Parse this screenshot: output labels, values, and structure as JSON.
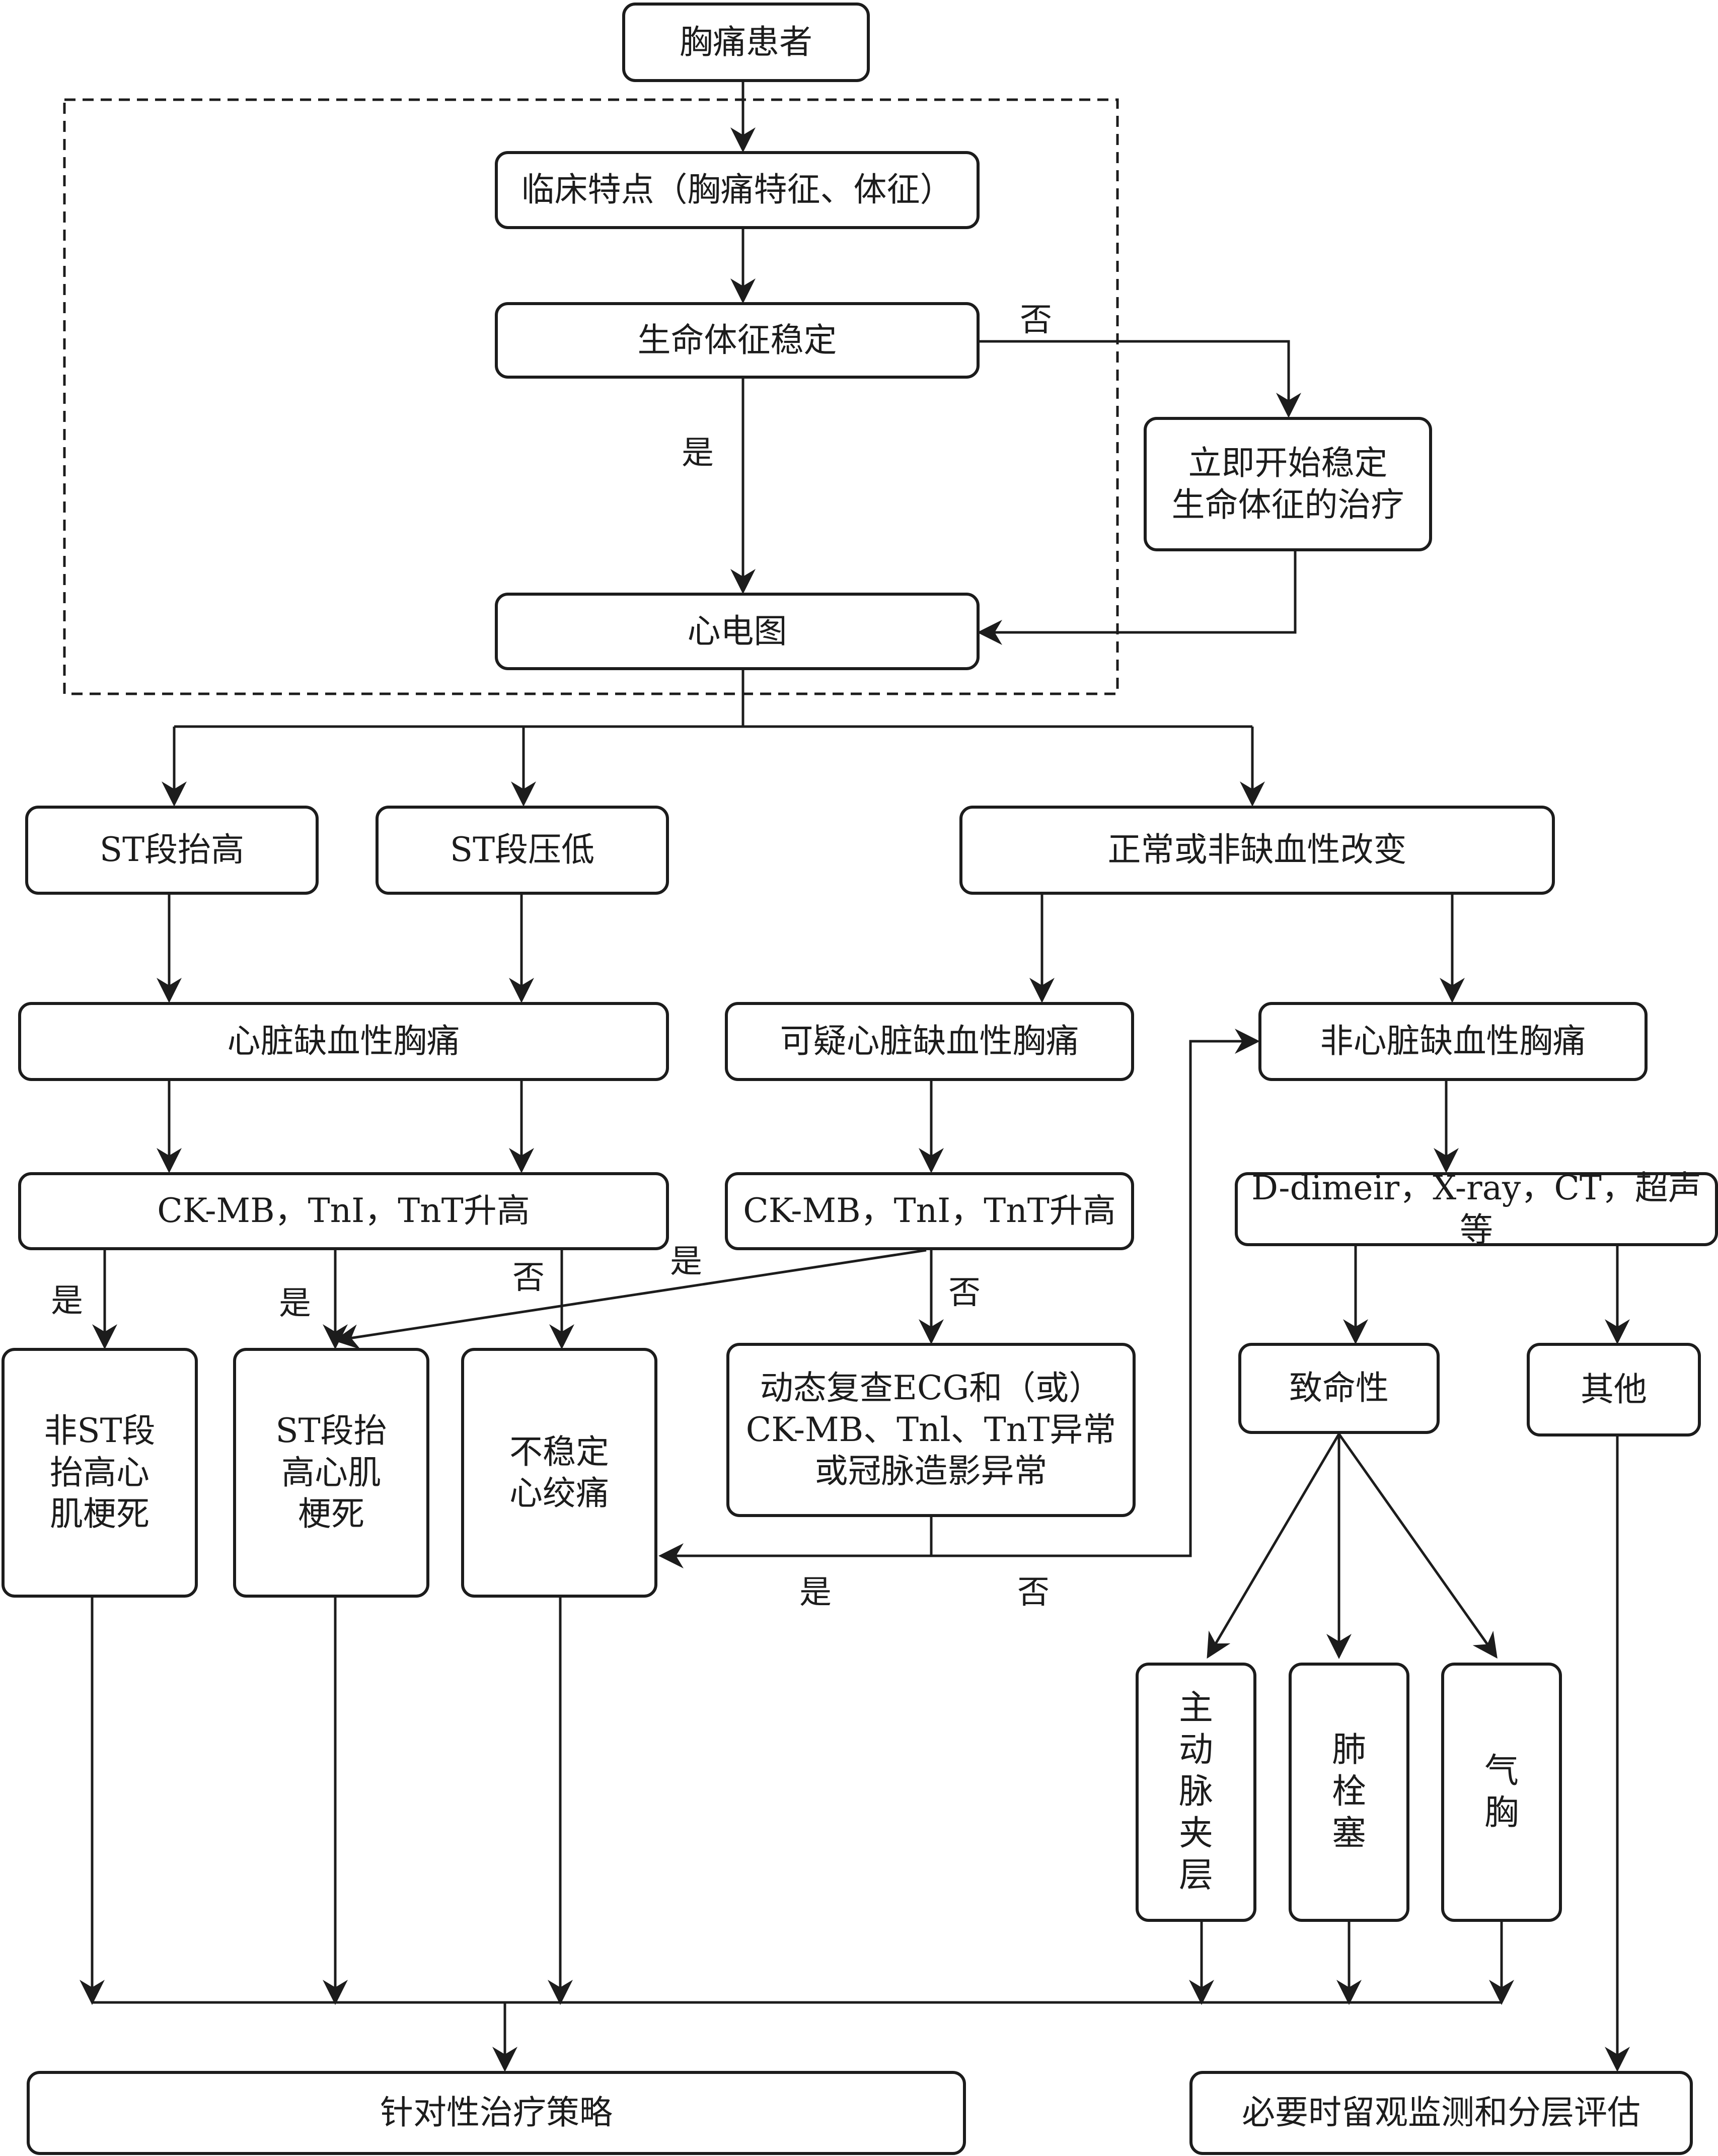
{
  "nodes": {
    "chest_pain_patient": "胸痛患者",
    "clinical_features": "临床特点（胸痛特征、体征）",
    "vital_signs_stable": "生命体征稳定",
    "stabilize_treatment": [
      "立即开始稳定",
      "生命体征的治疗"
    ],
    "ecg": "心电图",
    "st_elevation": "ST段抬高",
    "st_depression": "ST段压低",
    "normal_or_nonischemic": "正常或非缺血性改变",
    "cardiac_ischemic_pain": "心脏缺血性胸痛",
    "suspected_cardiac_ischemic_pain": "可疑心脏缺血性胸痛",
    "noncardiac_ischemic_pain": "非心脏缺血性胸痛",
    "markers_elevated_left": "CK-MB，TnI，TnT升高",
    "markers_elevated_mid": "CK-MB，TnI，TnT升高",
    "tests": "D-dimeir，X-ray，CT，超声等",
    "nstemi": [
      "非ST段",
      "抬高心",
      "肌梗死"
    ],
    "stemi": [
      "ST段抬",
      "高心肌",
      "梗死"
    ],
    "unstable_angina": [
      "不稳定",
      "心绞痛"
    ],
    "dynamic_recheck": [
      "动态复查ECG和（或）",
      "CK-MB、Tnl、TnT异常",
      "或冠脉造影异常"
    ],
    "fatal": "致命性",
    "other": "其他",
    "aortic_dissection": [
      "主",
      "动",
      "脉",
      "夹",
      "层"
    ],
    "pulmonary_embolism": [
      "肺",
      "栓",
      "塞"
    ],
    "pneumothorax": [
      "气",
      "胸"
    ],
    "targeted_treatment": "针对性治疗策略",
    "observation_monitoring": "必要时留观监测和分层评估"
  },
  "edge_labels": {
    "vital_no": "否",
    "vital_yes": "是",
    "left_markers_yes_a": "是",
    "left_markers_yes_b": "是",
    "left_markers_no": "否",
    "mid_markers_yes": "是",
    "mid_markers_no": "否",
    "recheck_yes": "是",
    "recheck_no": "否"
  }
}
